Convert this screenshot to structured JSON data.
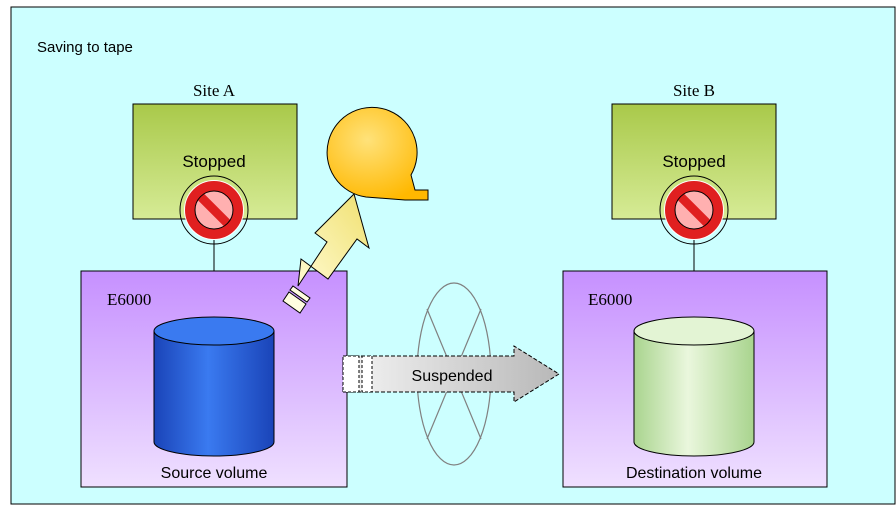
{
  "title": "Saving to tape",
  "site_a": {
    "label": "Site A",
    "server_status": "Stopped",
    "storage_label": "E6000",
    "volume_label": "Source volume"
  },
  "site_b": {
    "label": "Site B",
    "server_status": "Stopped",
    "storage_label": "E6000",
    "volume_label": "Destination volume"
  },
  "copy_status": "Suspended",
  "colors": {
    "background": "#ccffff",
    "server_box": "#b8d65c",
    "storage_top": "#cc99ff",
    "storage_bottom": "#f0e0ff",
    "source_volume": "#1f55d0",
    "destination_volume": "#c9e9b3",
    "tape": "#ffc41a",
    "prohibit_red": "#e02020"
  }
}
